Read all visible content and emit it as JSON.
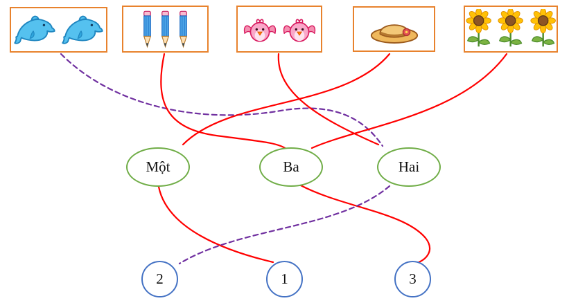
{
  "boxes": [
    {
      "id": "dolphins",
      "icon": "dolphin-icon",
      "count": 2
    },
    {
      "id": "pencils",
      "icon": "pencil-icon",
      "count": 3
    },
    {
      "id": "birds",
      "icon": "bird-icon",
      "count": 2
    },
    {
      "id": "hat",
      "icon": "hat-icon",
      "count": 1
    },
    {
      "id": "sunflowers",
      "icon": "sunflower-icon",
      "count": 3
    }
  ],
  "words": [
    {
      "id": "mot",
      "label": "Một"
    },
    {
      "id": "ba",
      "label": "Ba"
    },
    {
      "id": "hai",
      "label": "Hai"
    }
  ],
  "numbers": [
    {
      "id": "n2",
      "label": "2"
    },
    {
      "id": "n1",
      "label": "1"
    },
    {
      "id": "n3",
      "label": "3"
    }
  ],
  "connections": [
    {
      "from": "dolphins",
      "to": "Hai",
      "style": "dashed"
    },
    {
      "from": "pencils",
      "to": "Ba",
      "style": "solid"
    },
    {
      "from": "birds",
      "to": "Hai",
      "style": "solid"
    },
    {
      "from": "hat",
      "to": "Một",
      "style": "solid"
    },
    {
      "from": "sunflowers",
      "to": "Ba",
      "style": "solid"
    },
    {
      "from": "Một",
      "to": "1",
      "style": "solid"
    },
    {
      "from": "Ba",
      "to": "3",
      "style": "solid"
    },
    {
      "from": "Hai",
      "to": "2",
      "style": "dashed"
    }
  ],
  "colors": {
    "box_border": "#E8822D",
    "word_border": "#70AD47",
    "number_border": "#4472C4",
    "solid_line": "#FF0000",
    "dashed_line": "#7030A0"
  }
}
